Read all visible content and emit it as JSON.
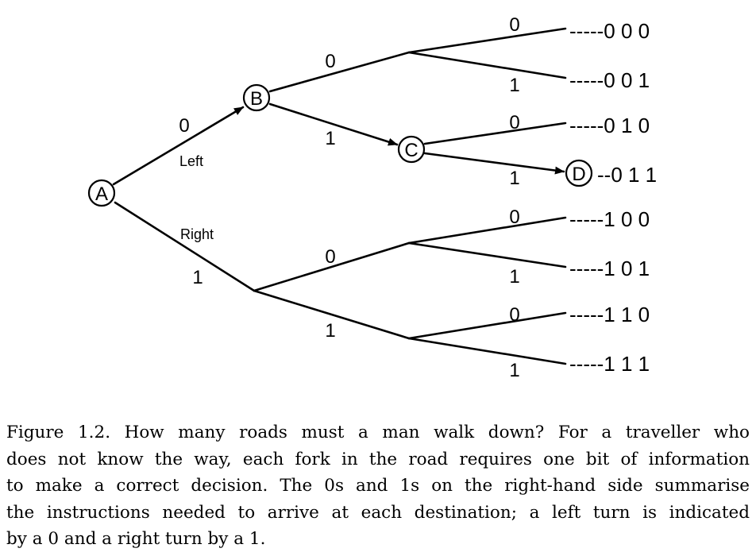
{
  "nodes": {
    "A": "A",
    "B": "B",
    "C": "C",
    "D": "D"
  },
  "edge_labels": {
    "a_b_bit": "0",
    "a_b_word": "Left",
    "a_r_bit": "1",
    "a_r_word": "Right",
    "b_bb_bit": "0",
    "b_c_bit": "1",
    "bb_000_bit": "0",
    "bb_001_bit": "1",
    "c_010_bit": "0",
    "c_d_bit": "1",
    "r_rr_bit": "0",
    "r_rl_bit": "1",
    "rr_100_bit": "0",
    "rr_101_bit": "1",
    "rl_110_bit": "0",
    "rl_111_bit": "1"
  },
  "destinations": {
    "d000": "-----0 0 0",
    "d001": "-----0 0 1",
    "d010": "-----0 1 0",
    "d011": "--0 1 1",
    "d100": "-----1 0 0",
    "d101": "-----1 0 1",
    "d110": "-----1 1 0",
    "d111": "-----1 1 1"
  },
  "caption": {
    "lines": [
      "Figure 1.2. How many roads must a man walk down? For a traveller who",
      "does not know the way, each fork in the road requires one bit of information",
      "to make a correct decision. The 0s and 1s on the right-hand side summarise",
      "the instructions needed to arrive at each destination; a left turn is indicated",
      "by a 0 and a right turn by a 1."
    ]
  }
}
